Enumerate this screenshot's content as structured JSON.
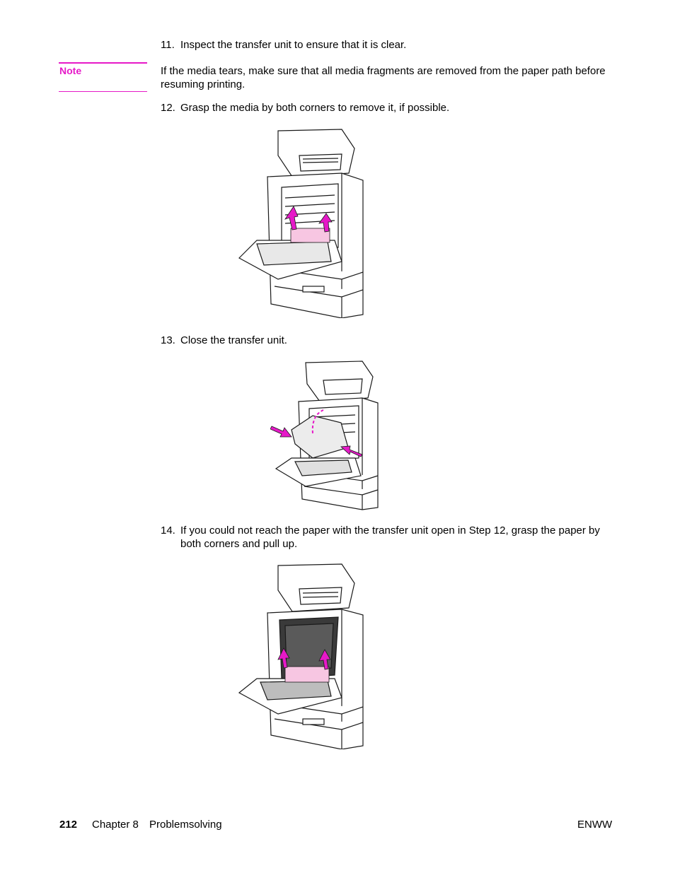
{
  "steps": [
    {
      "number": "11.",
      "text": "Inspect the transfer unit to ensure that it is clear."
    },
    {
      "number": "12.",
      "text": "Grasp the media by both corners to remove it, if possible."
    },
    {
      "number": "13.",
      "text": "Close the transfer unit."
    },
    {
      "number": "14.",
      "text": "If you could not reach the paper with the transfer unit open in Step 12, grasp the paper by both corners and pull up."
    }
  ],
  "note": {
    "label": "Note",
    "text": "If the media tears, make sure that all media fragments are removed from the paper path before resuming printing."
  },
  "footer": {
    "page_number": "212",
    "chapter": "Chapter 8",
    "section": "Problemsolving",
    "doc_code": "ENWW"
  },
  "colors": {
    "accent": "#e619c8",
    "media": "#f7c6e2",
    "line": "#1a1a1a"
  }
}
